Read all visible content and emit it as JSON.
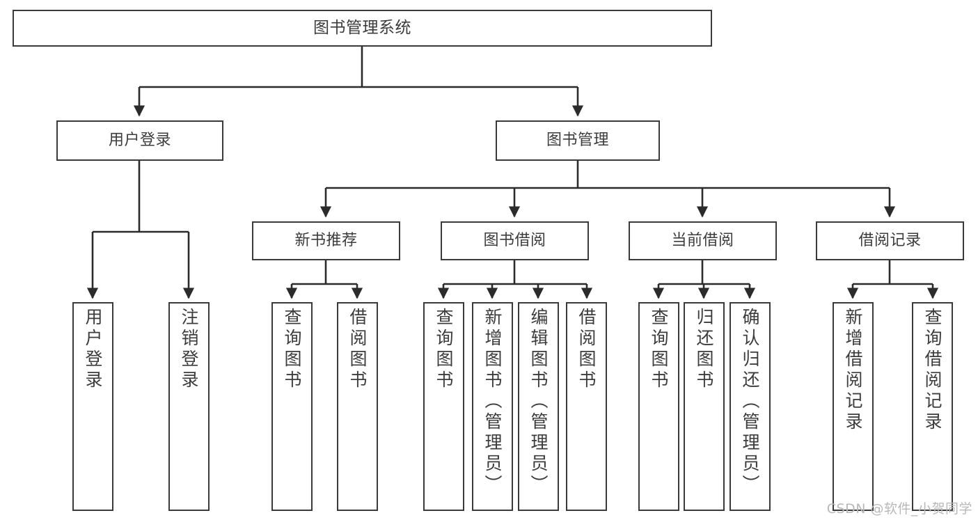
{
  "diagram": {
    "title": "图书管理系统",
    "type": "hierarchy-tree",
    "colors": {
      "box_border": "#3a3a3a",
      "box_fill": "#ffffff",
      "text": "#3c3c3c",
      "connector": "#2b2b2b",
      "watermark": "#b8b8b8",
      "background": "#ffffff"
    },
    "root": {
      "label": "图书管理系统"
    },
    "level1": [
      {
        "label": "用户登录"
      },
      {
        "label": "图书管理"
      }
    ],
    "level2": [
      {
        "label": "新书推荐"
      },
      {
        "label": "图书借阅"
      },
      {
        "label": "当前借阅"
      },
      {
        "label": "借阅记录"
      }
    ],
    "leaves": {
      "user_login": [
        {
          "label": "用户登录"
        },
        {
          "label": "注销登录"
        }
      ],
      "new_book_recommend": [
        {
          "label": "查询图书"
        },
        {
          "label": "借阅图书"
        }
      ],
      "book_borrow": [
        {
          "label": "查询图书"
        },
        {
          "label": "新增图书（管理员）"
        },
        {
          "label": "编辑图书（管理员）"
        },
        {
          "label": "借阅图书"
        }
      ],
      "current_borrow": [
        {
          "label": "查询图书"
        },
        {
          "label": "归还图书"
        },
        {
          "label": "确认归还（管理员）"
        }
      ],
      "borrow_record": [
        {
          "label": "新增借阅记录"
        },
        {
          "label": "查询借阅记录"
        }
      ]
    }
  },
  "watermark": {
    "text": "CSDN @软件_小贺同学"
  }
}
